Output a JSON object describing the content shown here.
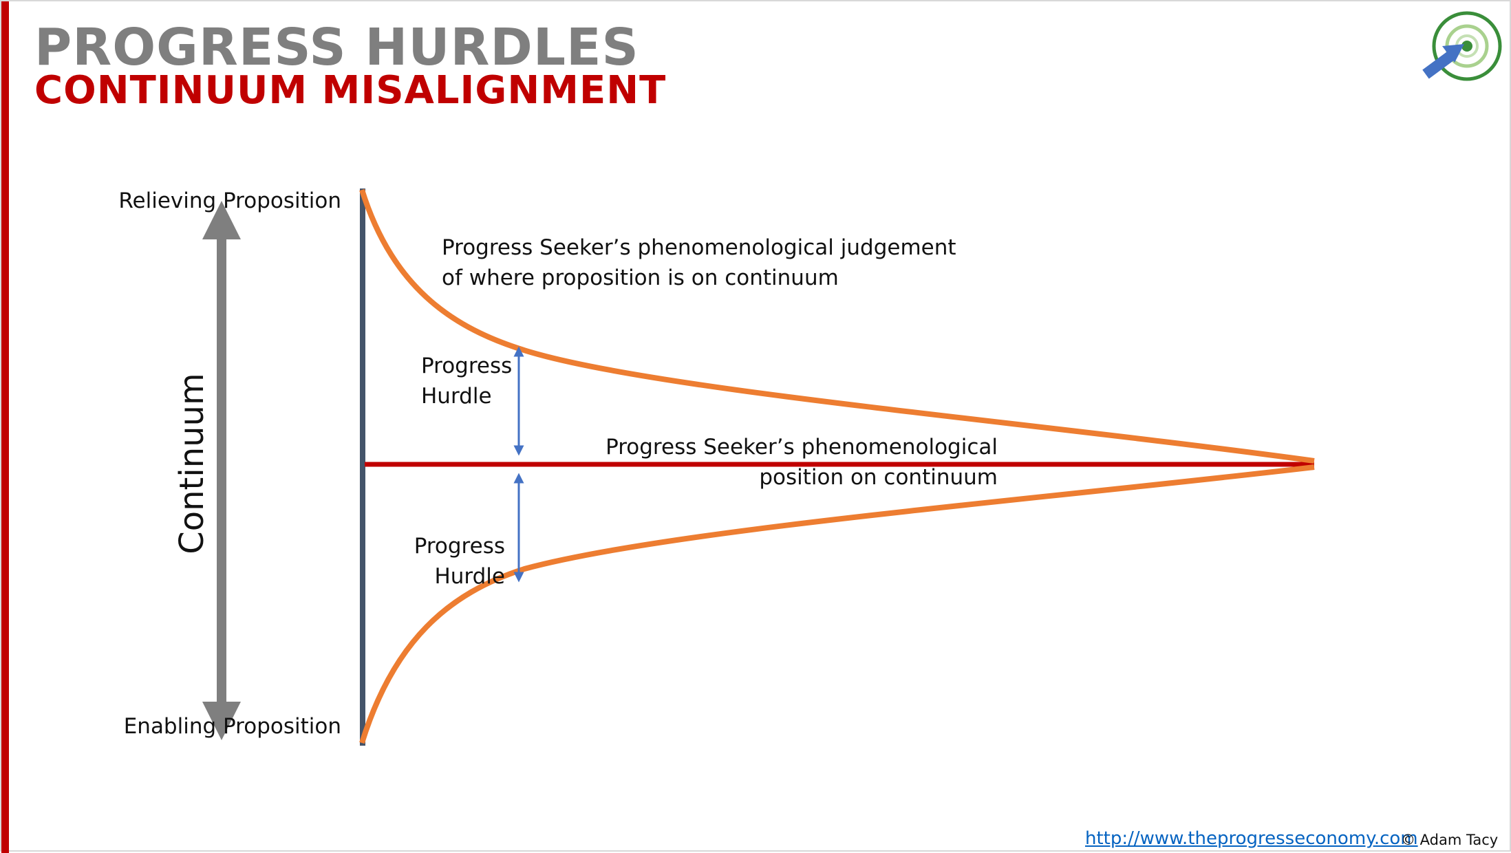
{
  "header": {
    "title": "PROGRESS HURDLES",
    "subtitle": "CONTINUUM MISALIGNMENT"
  },
  "logo": {
    "icon": "target-with-arrow-icon",
    "ring_color": "#3a8e3a",
    "arrow_color": "#4472c4"
  },
  "diagram": {
    "axis": {
      "top_label": "Relieving Proposition",
      "bottom_label": "Enabling Proposition",
      "continuum_label": "Continuum"
    },
    "judgement_label": "Progress Seeker’s phenomenological judgement\nof where proposition is on continuum",
    "position_label": "Progress Seeker’s phenomenological\nposition on continuum",
    "hurdle_top_label": "Progress\nHurdle",
    "hurdle_bottom_label": "Progress\nHurdle",
    "colors": {
      "curve": "#ed7d31",
      "position_line": "#c00000",
      "axis_line": "#44546a",
      "hurdle_arrow": "#4472c4",
      "continuum_arrow": "#7f7f7f"
    }
  },
  "footer": {
    "website": "http://www.theprogresseconomy.com",
    "copyright": "© Adam Tacy"
  }
}
